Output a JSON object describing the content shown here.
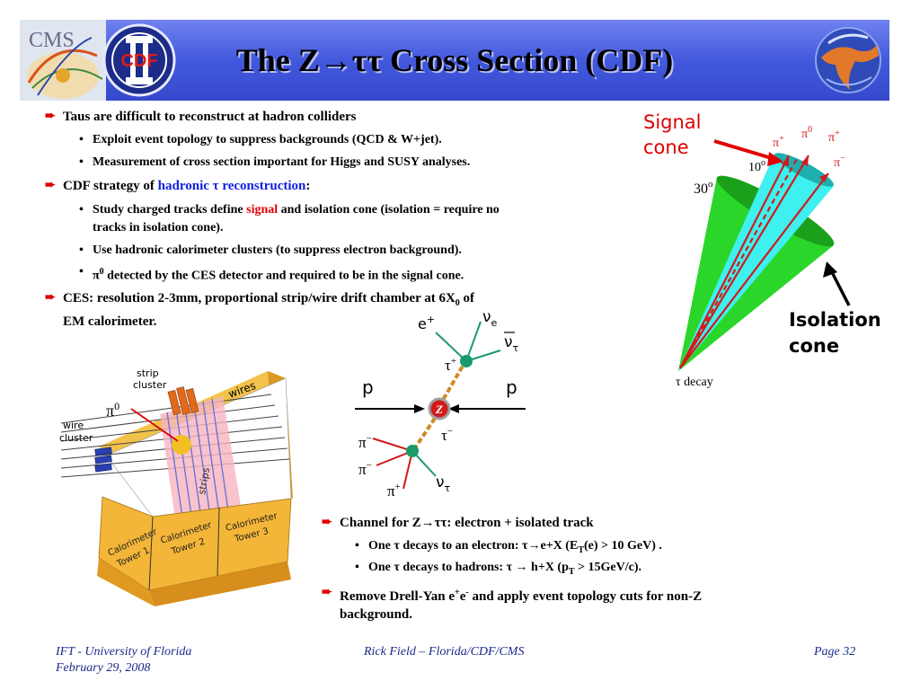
{
  "title": "The Z→ττ Cross Section (CDF)",
  "logos": {
    "cms": "CMS",
    "cdf": "CDF"
  },
  "bullets": {
    "b1": "Taus are difficult to reconstruct at hadron colliders",
    "b1_s1": "Exploit event topology to suppress backgrounds (QCD & W+jet).",
    "b1_s2": "Measurement of cross section important for Higgs and SUSY analyses.",
    "b2_pre": "CDF strategy of ",
    "b2_hl": "hadronic τ reconstruction",
    "b2_post": ":",
    "b2_s1_pre": "Study charged tracks define ",
    "b2_s1_hl": "signal",
    "b2_s1_post": " and isolation cone (isolation = require no",
    "b2_s1_line2": "tracks in isolation cone).",
    "b2_s2": "Use hadronic calorimeter clusters (to suppress electron background).",
    "b2_s3_sym": "π",
    "b2_s3_sup": "0",
    "b2_s3": " detected by the CES detector and required to be in the signal cone.",
    "b3_pre": "CES: resolution 2-3mm, proportional strip/wire drift chamber at 6X",
    "b3_sub": "0",
    "b3_post": " of",
    "b3_line2": "EM calorimeter."
  },
  "cone": {
    "signal_l1": "Signal",
    "signal_l2": "cone",
    "iso_l1": "Isolation",
    "iso_l2": "cone",
    "a10": "10",
    "a30": "30",
    "deg": "o",
    "pip": "π",
    "pip_sup": "+",
    "pi0": "π",
    "pi0_sup": "0",
    "pip2": "π",
    "pip2_sup": "+",
    "pim": "π",
    "pim_sup": "−",
    "decay": "τ decay"
  },
  "detector": {
    "strip_cluster_l1": "strip",
    "strip_cluster_l2": "cluster",
    "wire_cluster_l1": "wire",
    "wire_cluster_l2": "cluster",
    "wires": "wires",
    "strips": "strips",
    "pi0": "π",
    "pi0_sup": "0",
    "tower1_l1": "Calorimeter",
    "tower1_l2": "Tower 1",
    "tower2_l1": "Calorimeter",
    "tower2_l2": "Tower 2",
    "tower3_l1": "Calorimeter",
    "tower3_l2": "Tower 3"
  },
  "event": {
    "eplus": "e",
    "eplus_sup": "+",
    "nue": "ν",
    "nue_sub": "e",
    "nutau_bar": "ν",
    "nutau_bar_sub": "τ",
    "tauplus": "τ",
    "tauplus_sup": "+",
    "p_left": "p",
    "p_right": "p",
    "z": "Z",
    "tauminus": "τ",
    "tauminus_sup": "−",
    "pim1": "π",
    "pim1_sup": "−",
    "pim2": "π",
    "pim2_sup": "−",
    "pip": "π",
    "pip_sup": "+",
    "nutau": "ν",
    "nutau_sub": "τ"
  },
  "bullets2": {
    "c1_pre": "Channel for Z→ττ: electron + isolated track",
    "c1_s1_pre": "One τ decays to an electron: τ→e+X (E",
    "c1_s1_sub": "T",
    "c1_s1_post": "(e) > 10 GeV) .",
    "c1_s2_pre": "One τ decays to hadrons: τ → h+X (p",
    "c1_s2_sub": "T",
    "c1_s2_post": " > 15GeV/c).",
    "c2_pre": "Remove Drell-Yan e",
    "c2_sup1": "+",
    "c2_mid": "e",
    "c2_sup2": "-",
    "c2_post": " and apply event topology cuts for non-Z",
    "c2_line2": "background."
  },
  "footer": {
    "left1": "IFT - University of Florida",
    "left2": "February 29, 2008",
    "center": "Rick Field – Florida/CDF/CMS",
    "right": "Page 32"
  }
}
